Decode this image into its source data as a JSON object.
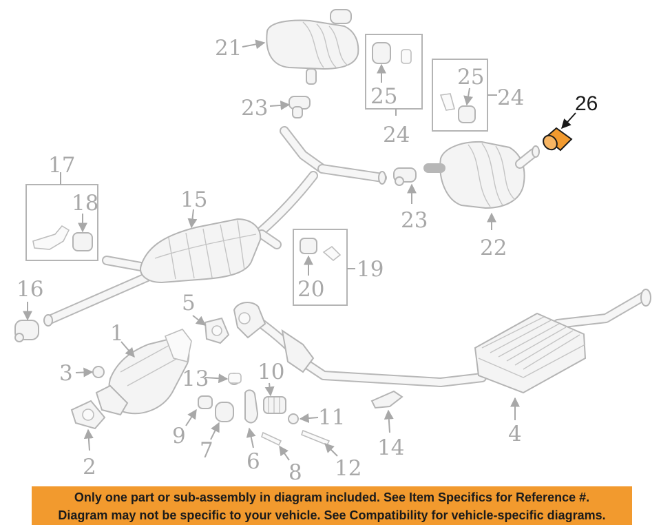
{
  "callouts": {
    "c1": "1",
    "c2": "2",
    "c3": "3",
    "c4": "4",
    "c5": "5",
    "c6": "6",
    "c7": "7",
    "c8": "8",
    "c9": "9",
    "c10": "10",
    "c11": "11",
    "c12": "12",
    "c13": "13",
    "c14": "14",
    "c15": "15",
    "c16": "16",
    "c17": "17",
    "c18": "18",
    "c19": "19",
    "c20": "20",
    "c21": "21",
    "c22": "22",
    "c23a": "23",
    "c23b": "23",
    "c24a": "24",
    "c24b": "24",
    "c25a": "25",
    "c25b": "25",
    "c26": "26"
  },
  "highlight": {
    "part_number": "26",
    "color": "#f29a2e"
  },
  "colors": {
    "line_art": "#b4b4b4",
    "banner": "#f29a2e",
    "banner_text": "#1b1b1b"
  },
  "banner": {
    "line1": "Only one part or sub-assembly in diagram included. See Item Specifics for Reference #.",
    "line2": "Diagram may not be specific to your vehicle. See Compatibility for vehicle-specific diagrams."
  }
}
